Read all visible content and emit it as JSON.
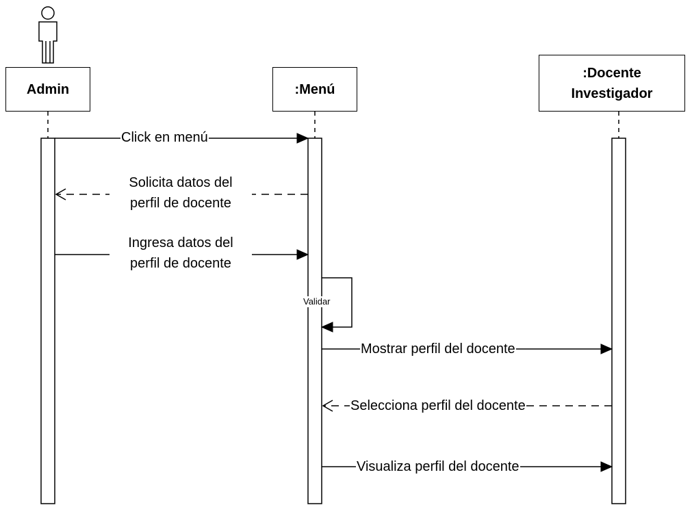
{
  "lifelines": {
    "admin": {
      "label": "Admin"
    },
    "menu": {
      "label": ":Menú"
    },
    "docente": {
      "line1": ":Docente",
      "line2": "Investigador"
    }
  },
  "messages": {
    "m1": "Click en menú",
    "m2_line1": "Solicita datos del",
    "m2_line2": "perfil de docente",
    "m3_line1": "Ingresa datos del",
    "m3_line2": "perfil de docente",
    "m4": "Validar",
    "m5": "Mostrar perfil del docente",
    "m6": "Selecciona perfil del docente",
    "m7": "Visualiza perfil del docente"
  }
}
